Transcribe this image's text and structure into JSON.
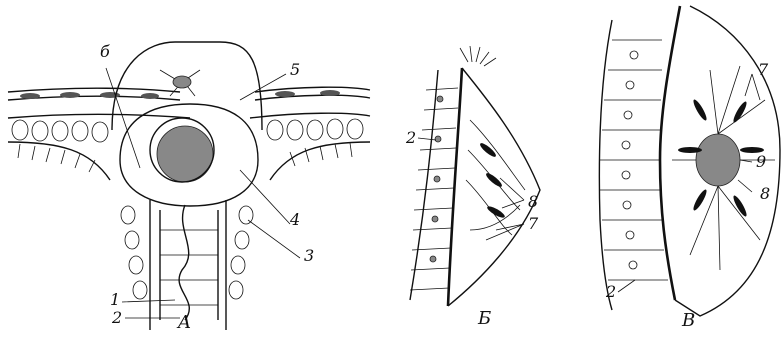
{
  "panels": [
    {
      "id": "A",
      "caption": "A"
    },
    {
      "id": "B",
      "caption": "Б"
    },
    {
      "id": "V",
      "caption": "В"
    }
  ],
  "labels_a": [
    "б",
    "5",
    "4",
    "3",
    "1",
    "2"
  ],
  "labels_b": [
    "2",
    "8",
    "7"
  ],
  "labels_v": [
    "7",
    "9",
    "8",
    "2"
  ]
}
